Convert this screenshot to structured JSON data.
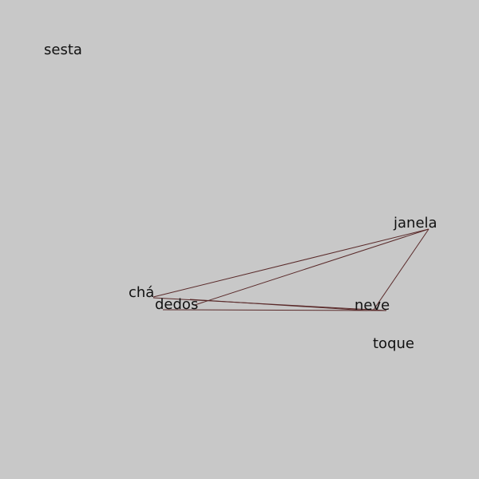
{
  "colors": {
    "background": "#c8c8c8",
    "text": "#111111",
    "edge": "#5a2a2a"
  },
  "words": {
    "sesta": "sesta",
    "janela": "janela",
    "cha": "chá",
    "dedos": "dedos",
    "neve": "neve",
    "toque": "toque"
  },
  "connections": [
    [
      "cha",
      "janela"
    ],
    [
      "dedos",
      "janela"
    ],
    [
      "janela",
      "neve"
    ],
    [
      "cha",
      "neve"
    ],
    [
      "dedos",
      "neve"
    ]
  ]
}
